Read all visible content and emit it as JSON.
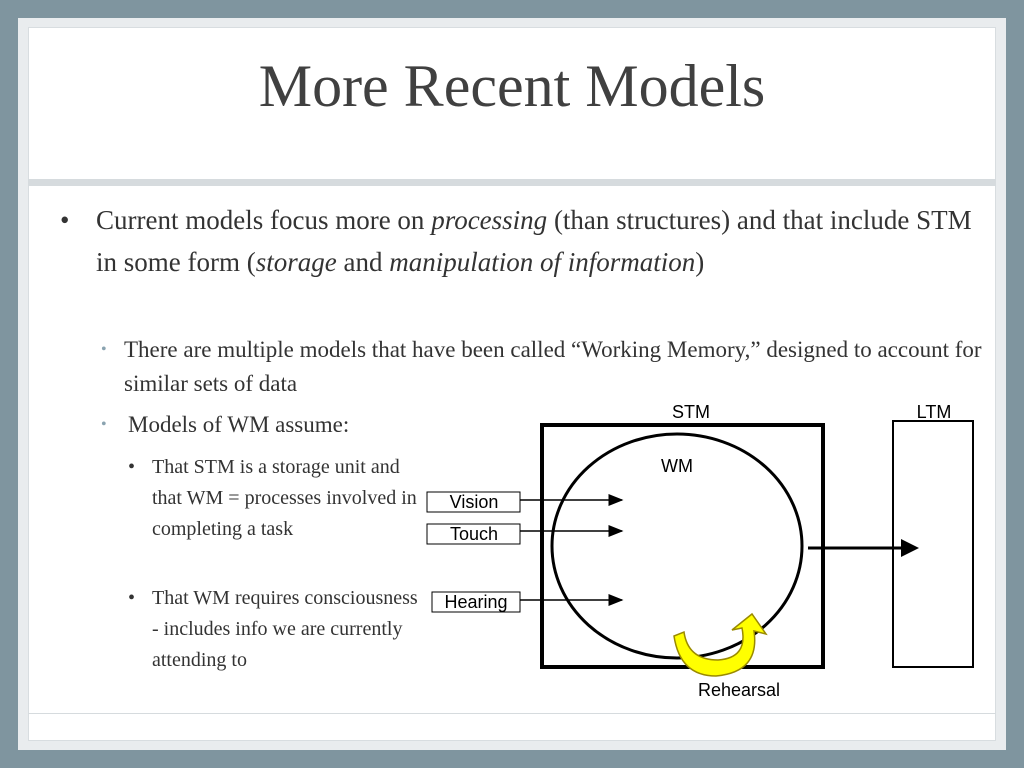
{
  "slide": {
    "title": "More Recent Models",
    "bullet1": {
      "text_1": "Current models focus more on ",
      "em_processing": "processing",
      "text_2": " (than structures) and that include STM in some form (",
      "em_storage": "storage",
      "text_3": " and ",
      "em_manipulation": "manipulation of information",
      "text_4": ")"
    },
    "bullet2a": "There are multiple models that have been called “Working Memory,” designed to account for similar sets of data",
    "bullet2b": "Models of WM assume:",
    "bullet3a": "That STM is a storage unit and that WM = processes involved in completing a task",
    "bullet3b": "That WM requires consciousness - includes info we are currently attending to",
    "bullet_glyphs": {
      "level1": "•",
      "level2": "•",
      "level3": "•"
    }
  },
  "diagram": {
    "stm_label": "STM",
    "ltm_label": "LTM",
    "wm_label": "WM",
    "inputs": [
      "Vision",
      "Touch",
      "Hearing"
    ],
    "rehearsal_label": "Rehearsal",
    "colors": {
      "rehearsal_arrow": "#ffff00",
      "rehearsal_outline": "#9a8a00"
    }
  }
}
